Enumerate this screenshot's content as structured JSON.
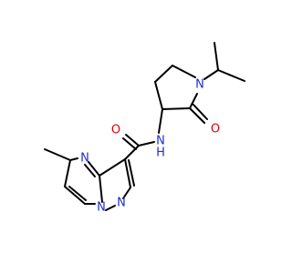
{
  "diagram": {
    "atoms": {
      "n_isopropyl": "N",
      "o_carbonyl_ring": "O",
      "nh_amide": "N",
      "h_amide": "H",
      "o_carboxamide": "O",
      "n_pyrimidine": "N",
      "n_pyrazole_bridge": "N",
      "n_pyrazole_terminal": "N"
    },
    "colors": {
      "nitrogen": "#1f2fd0",
      "oxygen": "#e0000b",
      "bond": "#000000"
    }
  }
}
